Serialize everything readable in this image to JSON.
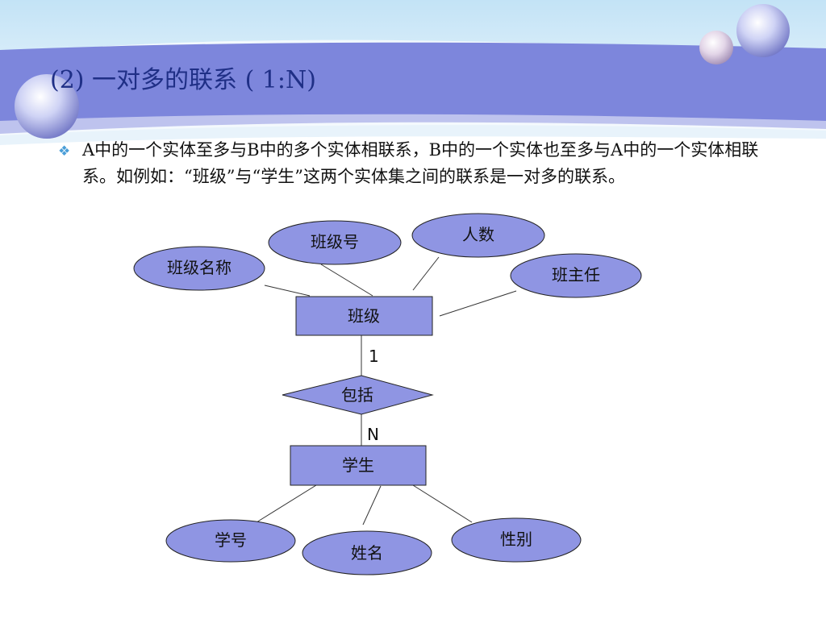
{
  "slide": {
    "title": "(2) 一对多的联系 ( 1:N)",
    "bullet_icon": "diamond-bullet-icon",
    "bullet_text": "A中的一个实体至多与B中的多个实体相联系，B中的一个实体也至多与A中的一个实体相联系。如例如：“班级”与“学生”这两个实体集之间的联系是一对多的联系。"
  },
  "diagram": {
    "entities": {
      "class": "班级",
      "student": "学生"
    },
    "relationship": "包括",
    "cardinality": {
      "one": "1",
      "many": "N"
    },
    "class_attributes": [
      "班级号",
      "人数",
      "班级名称",
      "班主任"
    ],
    "student_attributes": [
      "学号",
      "姓名",
      "性别"
    ]
  },
  "colors": {
    "shape_fill": "#8f95e3",
    "title": "#1f2f86",
    "banner": "#7d86dc"
  }
}
